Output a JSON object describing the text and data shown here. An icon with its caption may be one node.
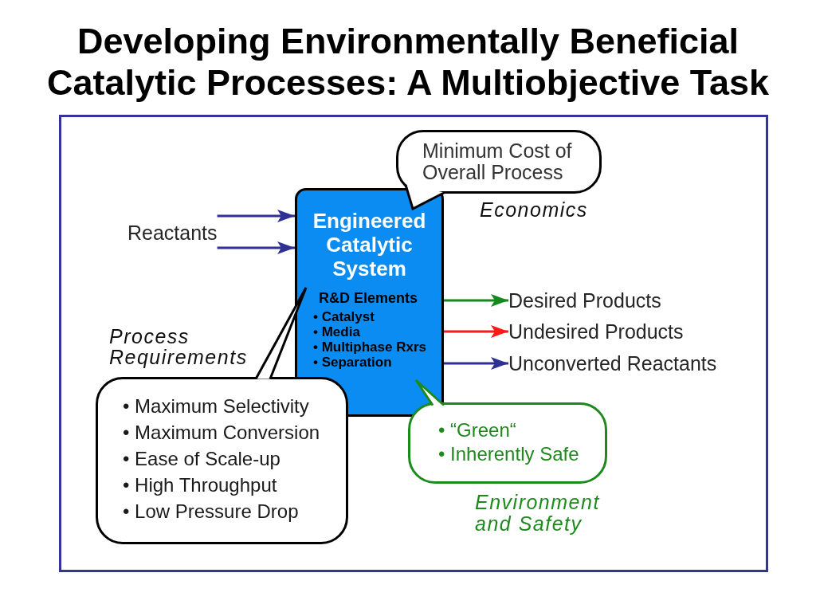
{
  "diagram": {
    "title": "Developing Environmentally Beneficial Catalytic Processes: A Multiobjective Task",
    "nodes": [
      {
        "text": [
          "Minimum Cost of Overall Process"
        ],
        "beside": [
          "Economics"
        ]
      },
      {
        "text": [
          "Reactants"
        ]
      },
      {
        "text": [
          "Engineered Catalytic System",
          "R&D Elements",
          "• Catalyst",
          "• Media",
          "• Multiphase Rxrs",
          "• Separation"
        ]
      },
      {
        "text": [
          "Desired Products"
        ]
      },
      {
        "text": [
          "Undesired Products"
        ]
      },
      {
        "text": [
          "Unconverted Reactants"
        ]
      },
      {
        "text": [
          "• Maximum Selectivity",
          "• Maximum Conversion",
          "• Ease of Scale-up",
          "• High Throughput",
          "• Low Pressure Drop"
        ],
        "beside": [
          "Process Requirements"
        ]
      },
      {
        "text": [
          "• “Green“",
          "• Inherently Safe"
        ],
        "beside": [
          "Environment and Safety"
        ]
      }
    ],
    "edges": [
      {
        "from": 1,
        "to": 2,
        "arrow": "to"
      },
      {
        "from": 1,
        "to": 2,
        "arrow": "to"
      },
      {
        "from": 2,
        "to": 3,
        "arrow": "to",
        "color": "#138a1e"
      },
      {
        "from": 2,
        "to": 4,
        "arrow": "to",
        "color": "#ff1a1a"
      },
      {
        "from": 2,
        "to": 5,
        "arrow": "to"
      }
    ]
  }
}
